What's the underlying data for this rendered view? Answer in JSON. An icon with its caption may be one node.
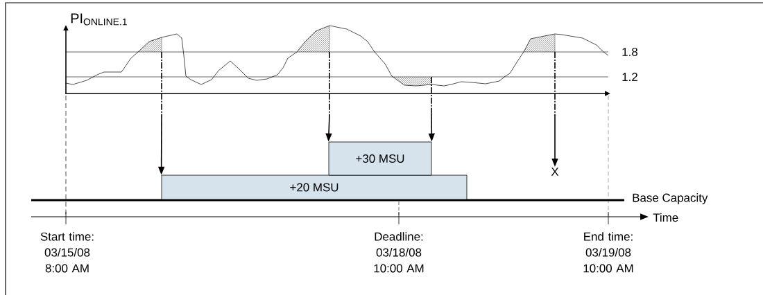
{
  "diagram": {
    "nodes": [
      {
        "text": [
          "+20 MSU"
        ]
      },
      {
        "text": [
          "+30 MSU"
        ]
      },
      {
        "text": [
          "X"
        ]
      }
    ],
    "edges": [
      {
        "from": null,
        "to": 0,
        "arrow": "to"
      },
      {
        "from": null,
        "to": 1,
        "arrow": "to"
      },
      {
        "from": null,
        "to": 1,
        "arrow": "to"
      },
      {
        "from": null,
        "to": 2,
        "arrow": "to"
      }
    ],
    "labels": [
      "PI$_{ONLINE.1}$",
      "1.8",
      "1.2",
      "Base Capacity",
      "Time",
      "Start time: 03/15/08 8:00 AM",
      "Deadline: 03/18/08 10:00 AM",
      "End time: 03/19/08 10:00 AM"
    ]
  }
}
